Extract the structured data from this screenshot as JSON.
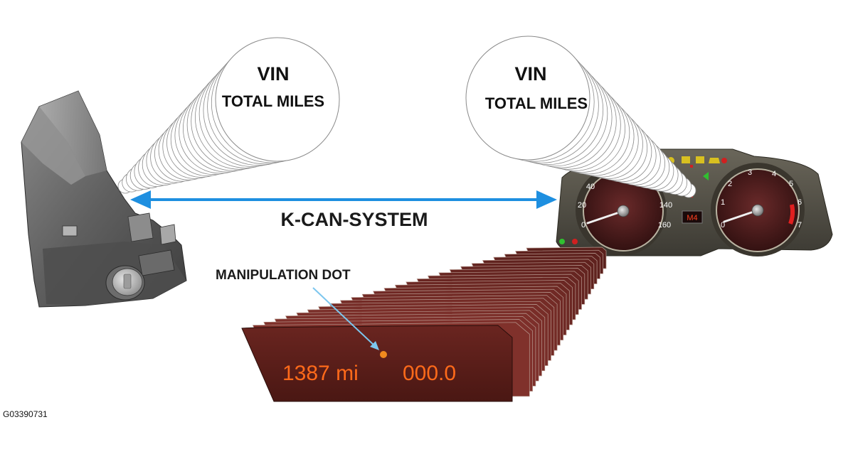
{
  "bubble_left": {
    "line1": "VIN",
    "line2": "TOTAL MILES"
  },
  "bubble_right": {
    "line1": "VIN",
    "line2": "TOTAL MILES"
  },
  "link_label": "K-CAN-SYSTEM",
  "annotation": "MANIPULATION DOT",
  "display": {
    "mileage": "1387 mi",
    "trip": "000.0"
  },
  "cluster": {
    "speedo_ticks": [
      "0",
      "20",
      "40",
      "140",
      "160"
    ],
    "tacho_ticks": [
      "0",
      "1",
      "2",
      "3",
      "4",
      "5",
      "6",
      "7"
    ],
    "gear": "M4"
  },
  "figure_code": "G03390731",
  "colors": {
    "arrow": "#1e8fe0",
    "lcd_background": "#5a1f1a",
    "lcd_text": "#ff6a1a",
    "manipulation_dot": "#f08a1e",
    "annotation_line": "#7cc6ee"
  }
}
